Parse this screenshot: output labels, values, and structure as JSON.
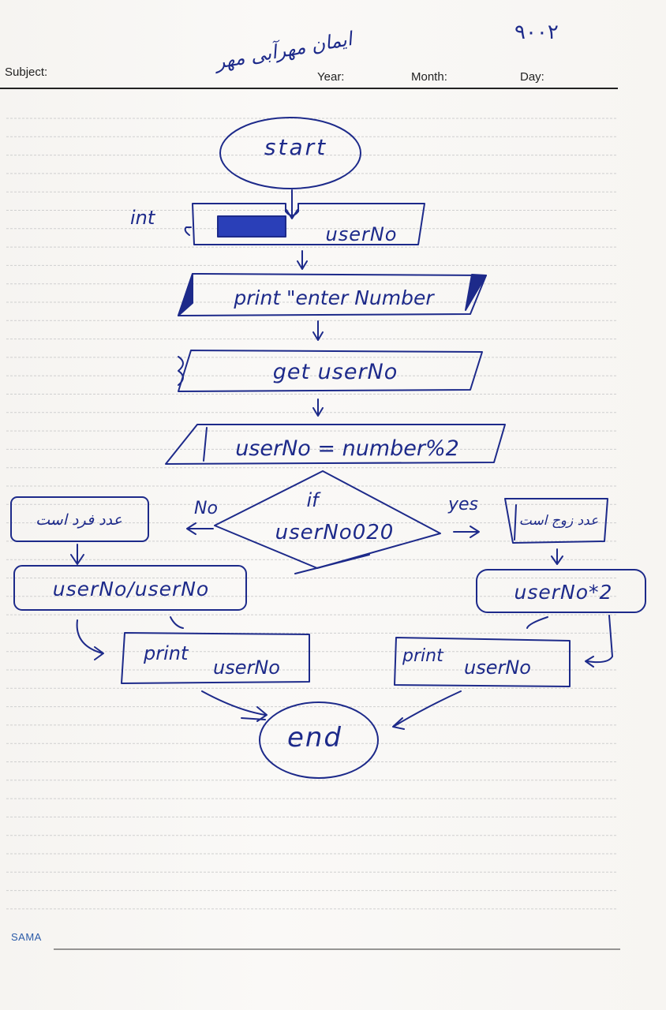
{
  "header": {
    "subject_label": "Subject:",
    "year_label": "Year:",
    "month_label": "Month:",
    "day_label": "Day:",
    "handwritten_name": "ایمان مهرآبی مهر",
    "handwritten_number": "۹۰۰۲"
  },
  "flowchart": {
    "start": "start",
    "int_label": "int",
    "declare": "userNo",
    "print_prompt": "print \"enter Number",
    "input": "get userNo",
    "assign": "userNo = number%2",
    "decision_if": "if",
    "decision_condition": "userNo020",
    "no_label": "No",
    "yes_label": "yes",
    "odd_text": "عدد فرد است",
    "even_text": "عدد زوج است",
    "left_calc": "userNo/userNo",
    "right_calc": "userNo*2",
    "left_print_word": "print",
    "left_print_var": "userNo",
    "right_print_word": "print",
    "right_print_var": "userNo",
    "end": "end"
  },
  "footer": {
    "brand": "SAMA"
  },
  "colors": {
    "ink": "#1d2a8a",
    "rule": "#c9c9c9",
    "header_rule": "#222222",
    "paper": "#f7f5f2"
  }
}
